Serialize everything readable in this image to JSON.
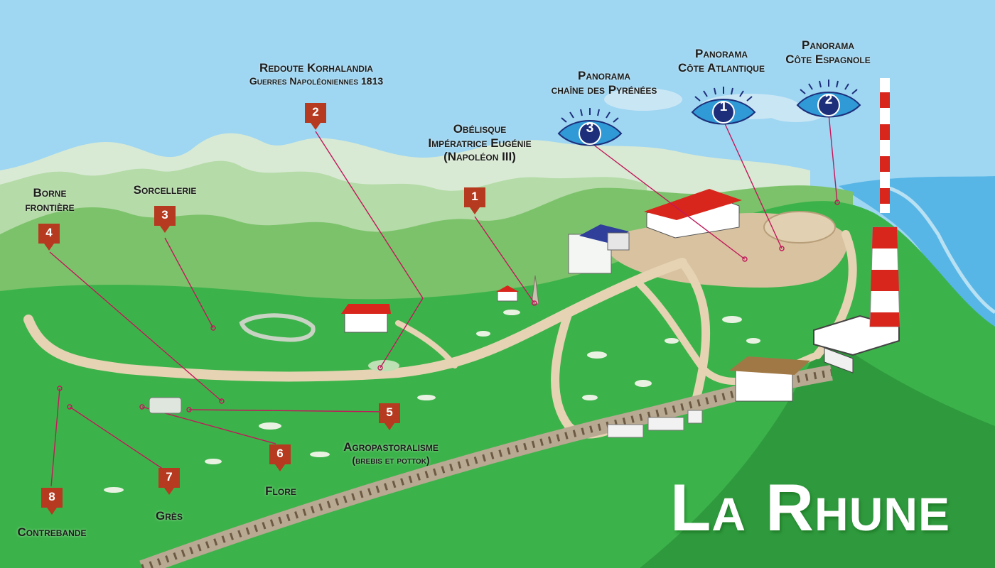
{
  "title": "La Rhune",
  "colors": {
    "sky": "#9fd6f2",
    "grass": "#3cb34a",
    "pin": "#b63a1f",
    "eye": "#2f9ad6",
    "eye_badge": "#1d2f7a",
    "leader": "#c2185b",
    "path": "#e8d6b6",
    "sea": "#57b6e6"
  },
  "viewpoints": [
    {
      "number": "1",
      "line1": "Panorama",
      "line2": "Côte Atlantique",
      "icon": "eye-icon"
    },
    {
      "number": "2",
      "line1": "Panorama",
      "line2": "Côte Espagnole",
      "icon": "eye-icon"
    },
    {
      "number": "3",
      "line1": "Panorama",
      "line2": "chaîne des Pyrénées",
      "icon": "eye-icon"
    }
  ],
  "points_of_interest": [
    {
      "number": "1",
      "line1": "Obélisque",
      "line2": "Impératrice Eugénie",
      "line3": "(Napoléon III)",
      "icon": "map-pin-icon"
    },
    {
      "number": "2",
      "line1": "Redoute Korhalandia",
      "line2": "Guerres Napoléoniennes 1813",
      "icon": "map-pin-icon"
    },
    {
      "number": "3",
      "line1": "Sorcellerie",
      "icon": "map-pin-icon"
    },
    {
      "number": "4",
      "line1": "Borne",
      "line2": "frontière",
      "icon": "map-pin-icon"
    },
    {
      "number": "5",
      "line1": "Agropastoralisme",
      "line2": "(brebis et pottok)",
      "icon": "map-pin-icon"
    },
    {
      "number": "6",
      "line1": "Flore",
      "icon": "map-pin-icon"
    },
    {
      "number": "7",
      "line1": "Grès",
      "icon": "map-pin-icon"
    },
    {
      "number": "8",
      "line1": "Contrebande",
      "icon": "map-pin-icon"
    }
  ]
}
